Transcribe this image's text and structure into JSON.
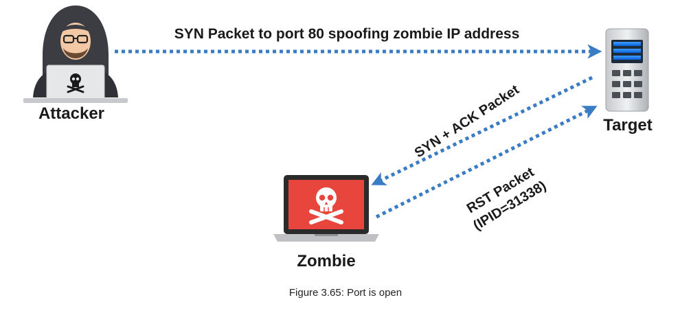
{
  "nodes": {
    "attacker": {
      "label": "Attacker",
      "icon": "hooded-hacker-icon"
    },
    "target": {
      "label": "Target",
      "icon": "server-icon"
    },
    "zombie": {
      "label": "Zombie",
      "icon": "skull-laptop-icon"
    }
  },
  "edges": {
    "syn_to_target": {
      "label": "SYN Packet to port 80 spoofing zombie IP address"
    },
    "syn_ack_to_zombie": {
      "label": "SYN + ACK Packet"
    },
    "rst_to_target": {
      "label_line1": "RST Packet",
      "label_line2": "(IPID=31338)"
    }
  },
  "caption": "Figure 3.65: Port is open",
  "colors": {
    "arrow": "#3a7cc4",
    "zombie_screen": "#e8453c",
    "text": "#1a1a1a"
  }
}
